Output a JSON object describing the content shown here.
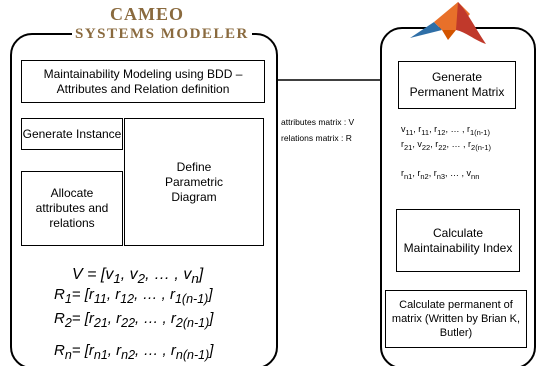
{
  "logo": {
    "cameo": "CAMEO",
    "systems_modeler": "SYSTEMS MODELER"
  },
  "left": {
    "title_box": "Maintainability Modeling using BDD – Attributes and Relation definition",
    "generate_instance": "Generate Instance",
    "allocate": "Allocate attributes and relations",
    "define": "Define Parametric Diagram"
  },
  "labels": {
    "attributes_matrix": "attributes matrix : V",
    "relations_matrix": "relations matrix : R"
  },
  "formulas": {
    "v": "V = [v1, v2, … , vn]",
    "r1": "R1= [r11, r12, … , r1(n-1)]",
    "r2": "R2= [r21, r22, … , r2(n-1)]",
    "rn": "Rn= [rn1, rn2, … , rn(n-1)]"
  },
  "right": {
    "generate_permanent": "Generate Permanent Matrix",
    "matrix_row1": "v11, r11, r12, … , r1(n-1)",
    "matrix_row2": "r21, v22, r22, … , r2(n-1)",
    "matrix_row3": "rn1, rn2, rn3, … , vnn",
    "calc_index": "Calculate Maintainability Index",
    "calc_permanent": "Calculate permanent of matrix (Written by Brian K, Butler)"
  },
  "colors": {
    "logo": "#8a6a3e",
    "matlab_orange": "#e8702a",
    "matlab_red": "#c0392b",
    "matlab_blue": "#2f6fa7"
  }
}
